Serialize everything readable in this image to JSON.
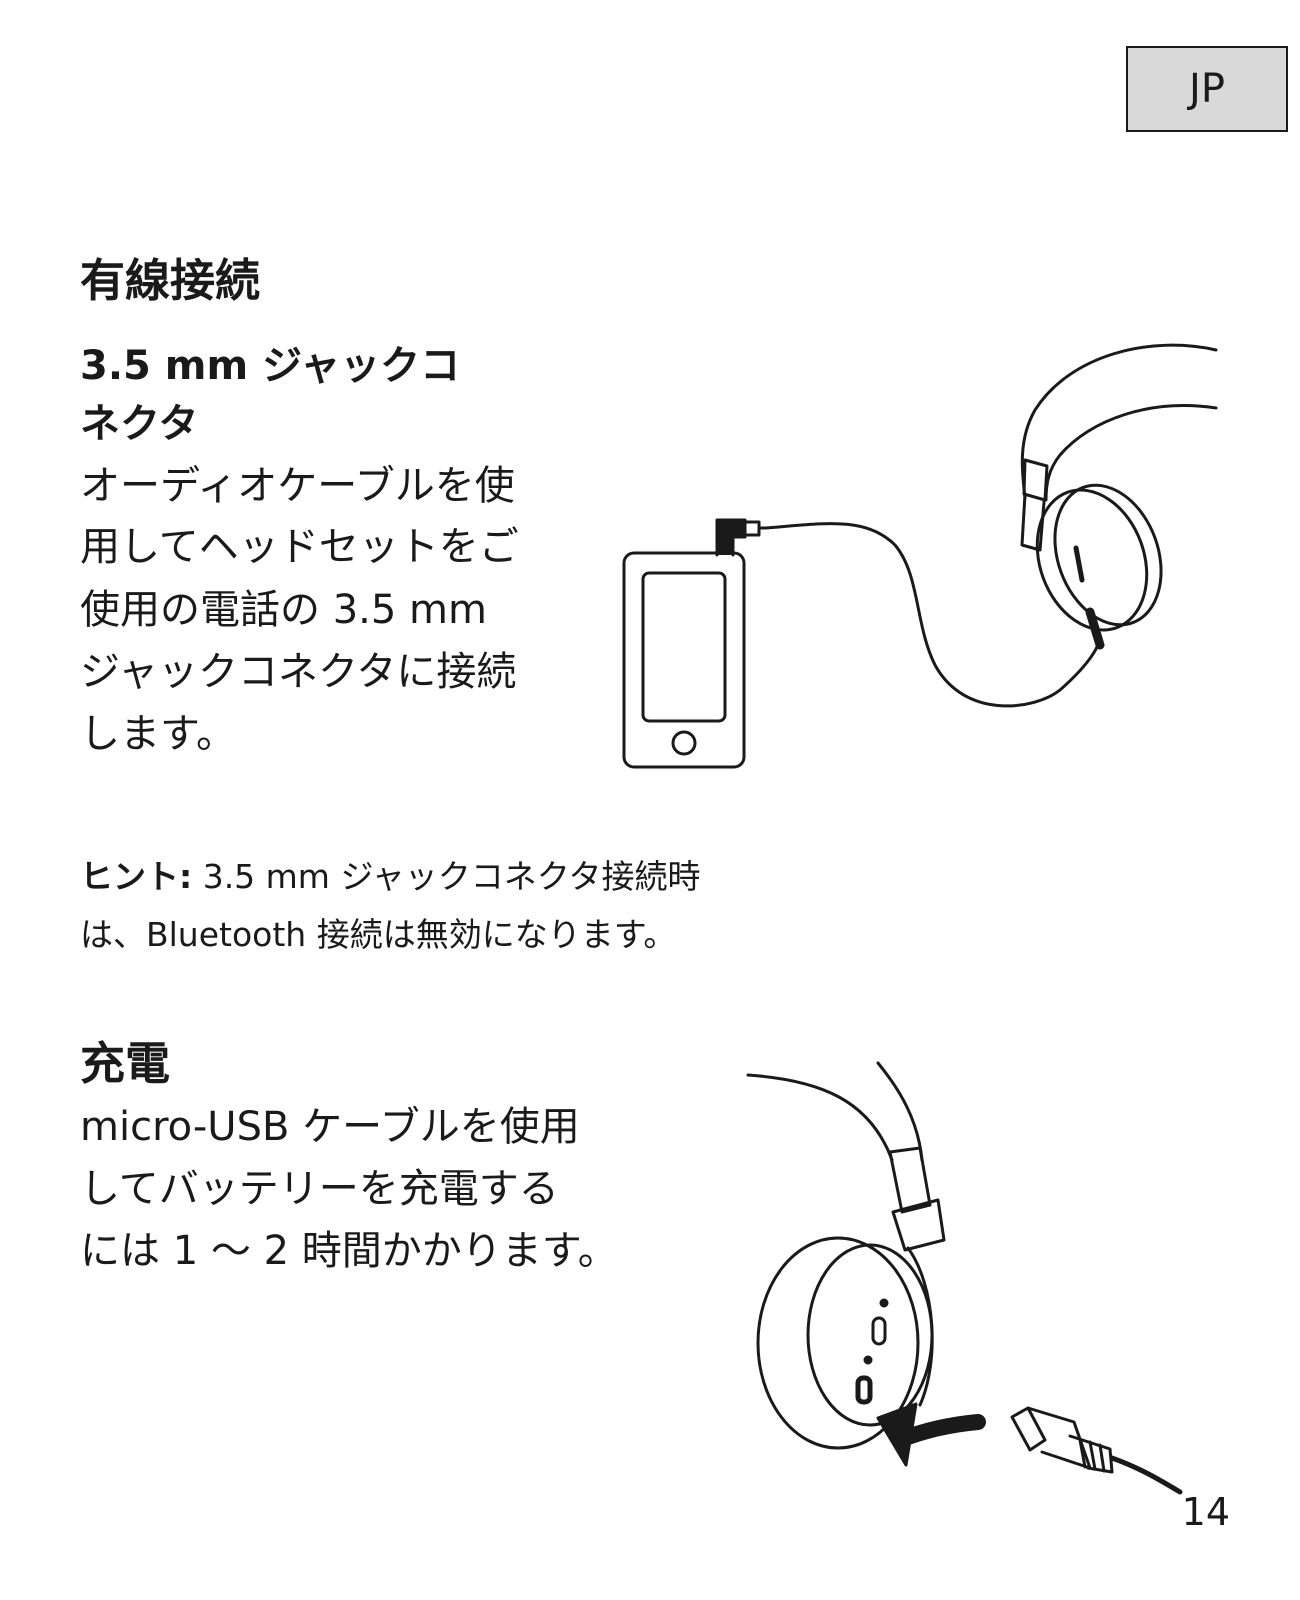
{
  "language_tab": "JP",
  "wired": {
    "heading": "有線接続",
    "subheading_lines": [
      "3.5 mm ジャックコ",
      "ネクタ"
    ],
    "body_lines": [
      "オーディオケーブルを使",
      "用してヘッドセットをご",
      "使用の電話の 3.5 mm",
      "ジャックコネクタに接続",
      "します。"
    ]
  },
  "tip": {
    "label": "ヒント:",
    "line1": " 3.5 mm ジャックコネクタ接続時",
    "line2": "は、Bluetooth 接続は無効になります。"
  },
  "charging": {
    "heading": "充電",
    "body_lines": [
      "micro-USB ケーブルを使用",
      "してバッテリーを充電する",
      "には 1 〜 2 時間かかります。"
    ]
  },
  "page_number": "14",
  "illustrations": {
    "phone_headset": "phone-connected-to-headset-via-audio-cable",
    "charging": "headset-earcup-with-micro-usb-cable"
  },
  "colors": {
    "text": "#1a1a1a",
    "tab_background": "#d9d9d9",
    "page_background": "#ffffff"
  }
}
